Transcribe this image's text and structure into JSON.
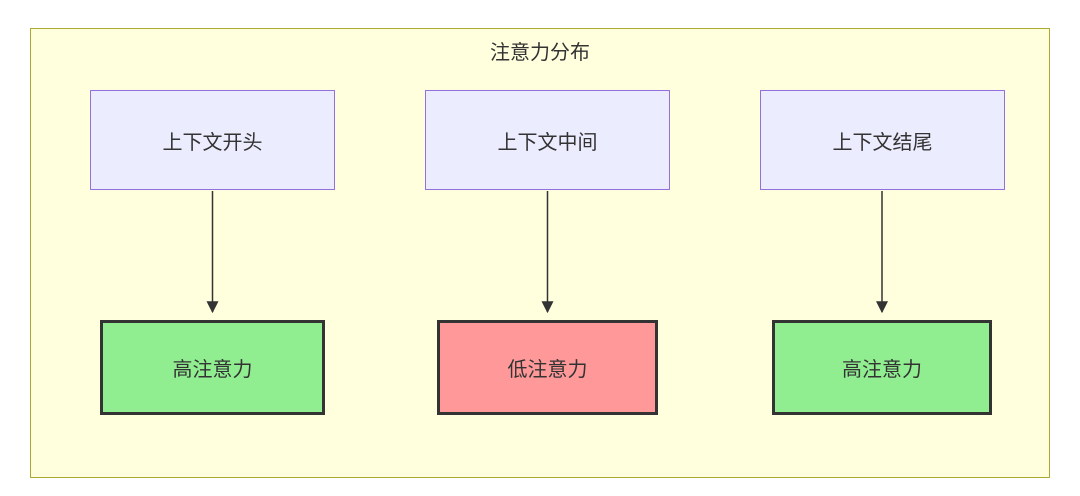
{
  "diagram": {
    "title": "注意力分布",
    "top_nodes": [
      {
        "label": "上下文开头"
      },
      {
        "label": "上下文中间"
      },
      {
        "label": "上下文结尾"
      }
    ],
    "bottom_nodes": [
      {
        "label": "高注意力",
        "level": "high"
      },
      {
        "label": "低注意力",
        "level": "low"
      },
      {
        "label": "高注意力",
        "level": "high"
      }
    ],
    "edges": [
      {
        "from": "上下文开头",
        "to": "高注意力"
      },
      {
        "from": "上下文中间",
        "to": "低注意力"
      },
      {
        "from": "上下文结尾",
        "to": "高注意力"
      }
    ],
    "colors": {
      "container_fill": "#ffffde",
      "container_border": "#aaaa33",
      "top_fill": "#ECECFF",
      "top_border": "#9370DB",
      "high_fill": "#90EE90",
      "low_fill": "#FF9999",
      "bottom_border": "#333333",
      "arrow": "#333333"
    }
  }
}
